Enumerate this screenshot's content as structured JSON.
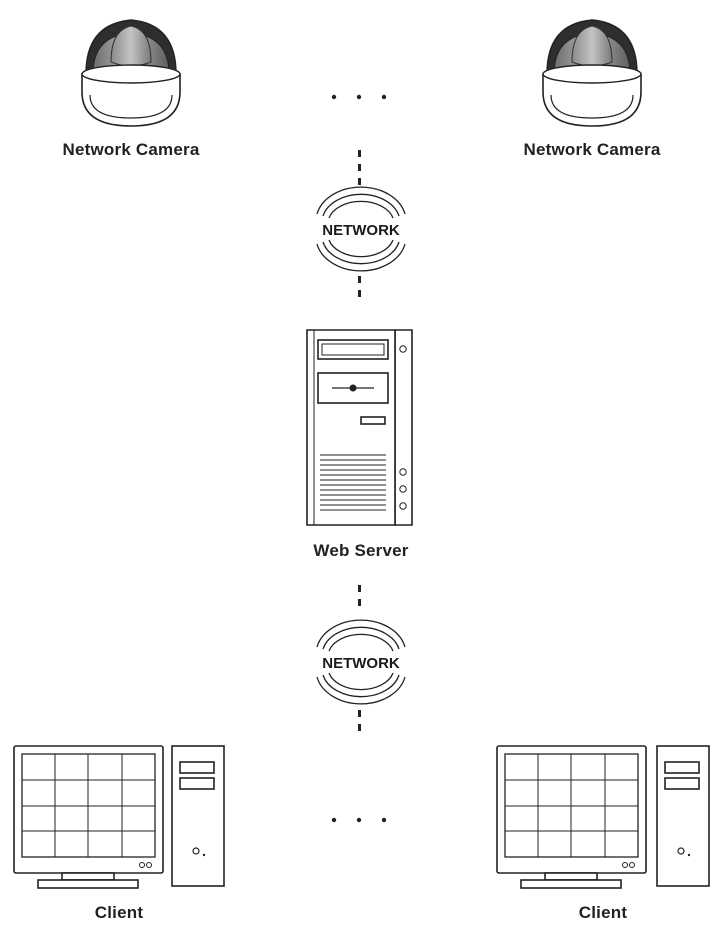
{
  "nodes": {
    "camera_left": {
      "label": "Network Camera"
    },
    "camera_right": {
      "label": "Network Camera"
    },
    "network_top": {
      "label": "NETWORK"
    },
    "web_server": {
      "label": "Web Server"
    },
    "network_bottom": {
      "label": "NETWORK"
    },
    "client_left": {
      "label": "Client"
    },
    "client_right": {
      "label": "Client"
    }
  },
  "colors": {
    "stroke": "#222222",
    "background": "#ffffff",
    "camera_dome": "#9a9a9a"
  },
  "icons": [
    "dome-camera-icon",
    "network-cloud-icon",
    "tower-server-icon",
    "desktop-computer-icon"
  ]
}
